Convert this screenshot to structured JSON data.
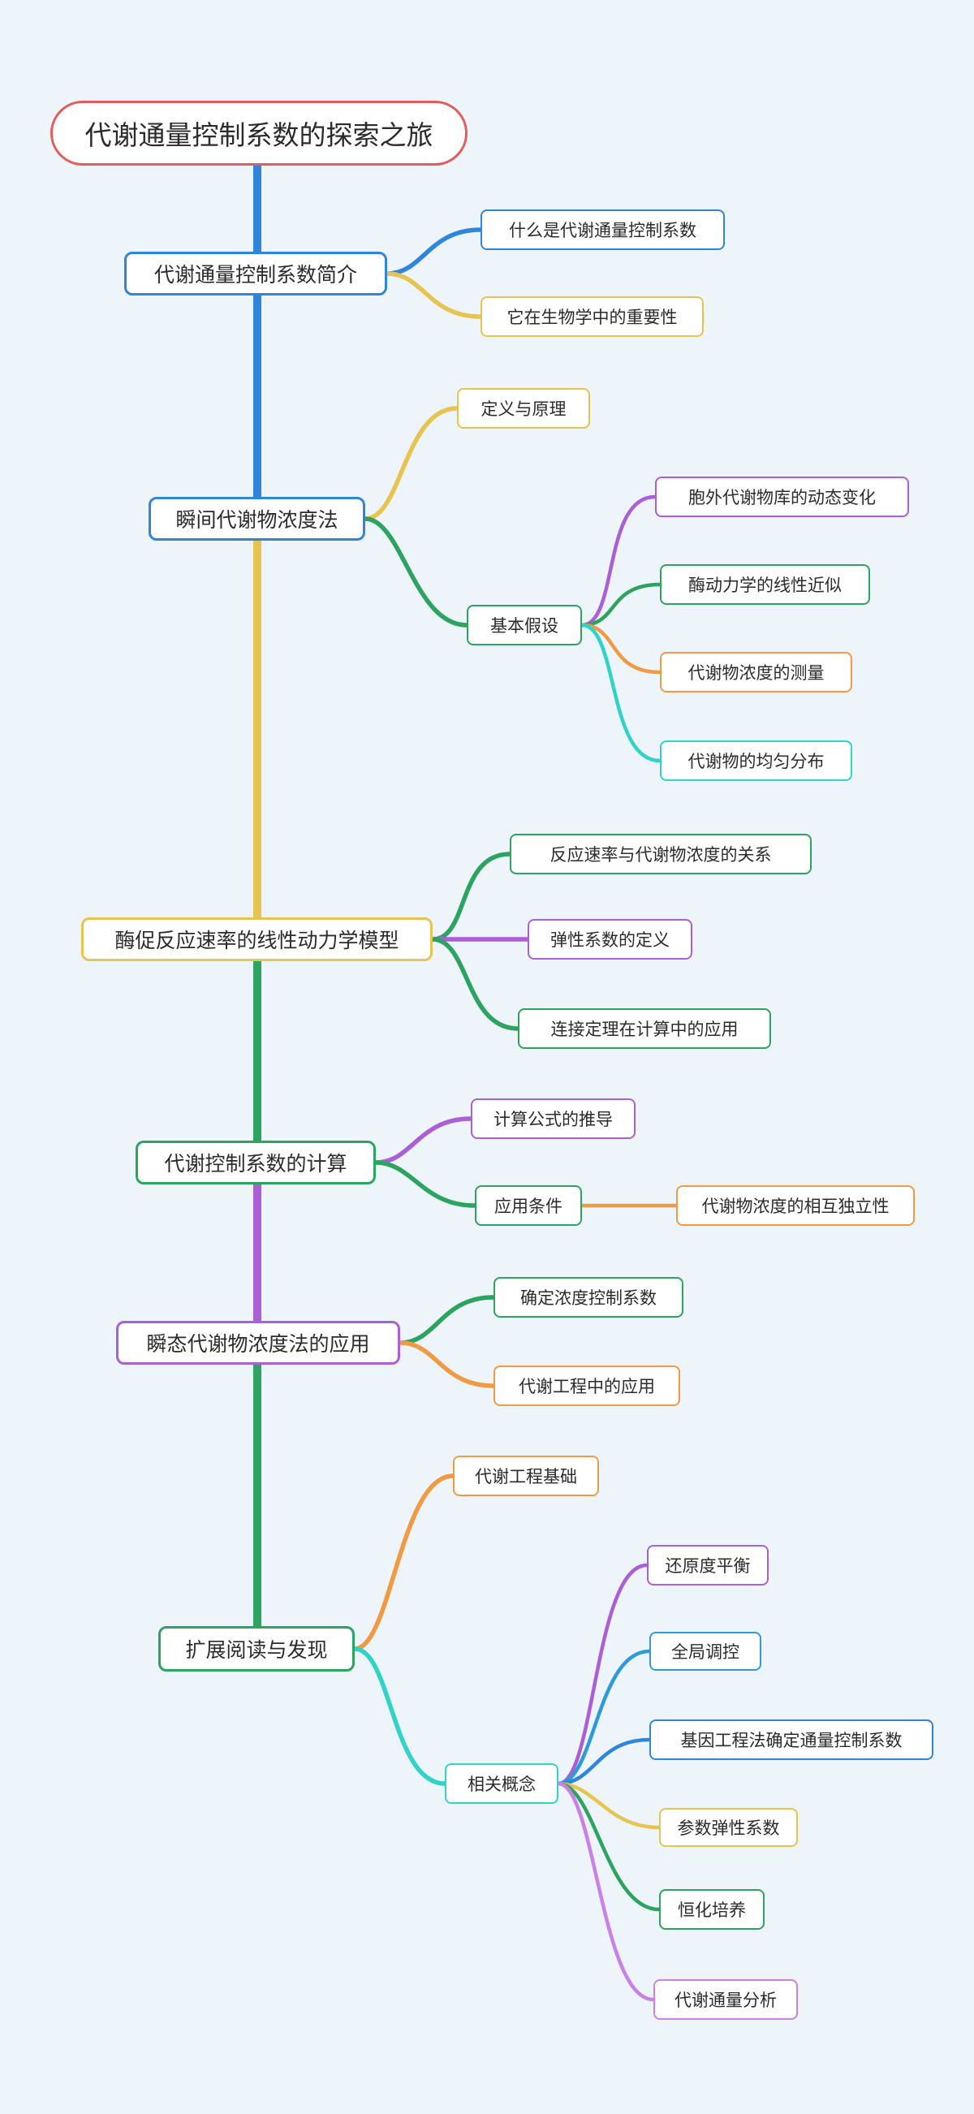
{
  "palette": {
    "background": "#edf5fb",
    "node_bg": "#ffffff",
    "text": "#2b2b2b",
    "red": "#e25c5c",
    "blue": "#2f85dc",
    "yellow": "#e6c44f",
    "green": "#2ca35e",
    "orange": "#f09a43",
    "cyan": "#31d2c8",
    "purple": "#ab5fd4",
    "purple_light": "#c980e8",
    "sky": "#2e9ad8"
  },
  "root": {
    "label": "代谢通量控制系数的探索之旅",
    "color": "red"
  },
  "topics": [
    {
      "label": "代谢通量控制系数简介",
      "color": "blue",
      "children": [
        {
          "label": "什么是代谢通量控制系数",
          "color": "blue"
        },
        {
          "label": "它在生物学中的重要性",
          "color": "yellow"
        }
      ]
    },
    {
      "label": "瞬间代谢物浓度法",
      "color": "blue",
      "children": [
        {
          "label": "定义与原理",
          "color": "yellow"
        },
        {
          "label": "基本假设",
          "color": "green",
          "children": [
            {
              "label": "胞外代谢物库的动态变化",
              "color": "purple"
            },
            {
              "label": "酶动力学的线性近似",
              "color": "green"
            },
            {
              "label": "代谢物浓度的测量",
              "color": "orange"
            },
            {
              "label": "代谢物的均匀分布",
              "color": "cyan"
            }
          ]
        }
      ]
    },
    {
      "label": "酶促反应速率的线性动力学模型",
      "color": "yellow",
      "children": [
        {
          "label": "反应速率与代谢物浓度的关系",
          "color": "green"
        },
        {
          "label": "弹性系数的定义",
          "color": "purple"
        },
        {
          "label": "连接定理在计算中的应用",
          "color": "green"
        }
      ]
    },
    {
      "label": "代谢控制系数的计算",
      "color": "green",
      "children": [
        {
          "label": "计算公式的推导",
          "color": "purple"
        },
        {
          "label": "应用条件",
          "color": "green",
          "children": [
            {
              "label": "代谢物浓度的相互独立性",
              "color": "orange"
            }
          ]
        }
      ]
    },
    {
      "label": "瞬态代谢物浓度法的应用",
      "color": "purple",
      "children": [
        {
          "label": "确定浓度控制系数",
          "color": "green"
        },
        {
          "label": "代谢工程中的应用",
          "color": "orange"
        }
      ]
    },
    {
      "label": "扩展阅读与发现",
      "color": "green",
      "children": [
        {
          "label": "代谢工程基础",
          "color": "orange"
        },
        {
          "label": "相关概念",
          "color": "cyan",
          "children": [
            {
              "label": "还原度平衡",
              "color": "purple"
            },
            {
              "label": "全局调控",
              "color": "sky"
            },
            {
              "label": "基因工程法确定通量控制系数",
              "color": "blue"
            },
            {
              "label": "参数弹性系数",
              "color": "yellow"
            },
            {
              "label": "恒化培养",
              "color": "green"
            },
            {
              "label": "代谢通量分析",
              "color": "purple_light"
            }
          ]
        }
      ]
    }
  ],
  "trunk_segments": [
    {
      "name": "root-to-topic2",
      "color": "blue"
    },
    {
      "name": "topic2-to-topic3",
      "color": "yellow"
    },
    {
      "name": "topic3-to-topic4",
      "color": "green"
    },
    {
      "name": "topic4-to-topic5",
      "color": "purple"
    },
    {
      "name": "topic5-to-topic6",
      "color": "green"
    }
  ]
}
